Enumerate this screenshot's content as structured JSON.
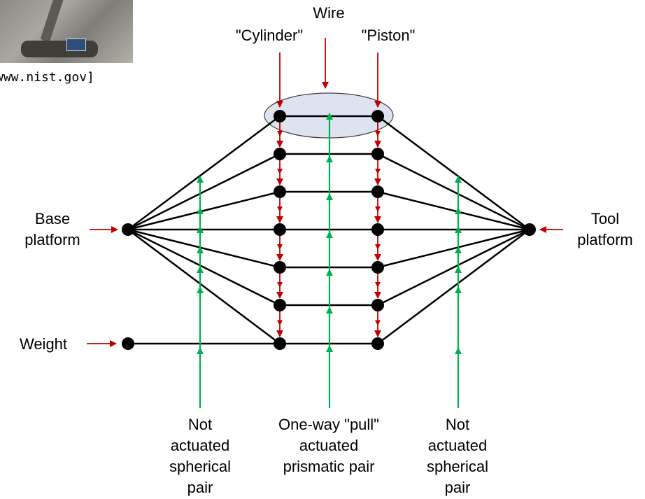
{
  "photo": {
    "caption": "www.nist.gov]"
  },
  "labels": {
    "wire": "Wire",
    "cylinder": "\"Cylinder\"",
    "piston": "\"Piston\"",
    "base_platform": [
      "Base",
      "platform"
    ],
    "tool_platform": [
      "Tool",
      "platform"
    ],
    "weight": "Weight",
    "left_pair": [
      "Not",
      "actuated",
      "spherical",
      "pair"
    ],
    "middle_pair": [
      "One-way \"pull\"",
      "actuated",
      "prismatic pair"
    ],
    "right_pair": [
      "Not",
      "actuated",
      "spherical",
      "pair"
    ]
  },
  "colors": {
    "links": "#000000",
    "nodes": "#000000",
    "red_arrows": "#c00000",
    "green_arrows": "#00b050",
    "highlight_fill": "#dde4ef",
    "highlight_stroke": "#404040"
  }
}
